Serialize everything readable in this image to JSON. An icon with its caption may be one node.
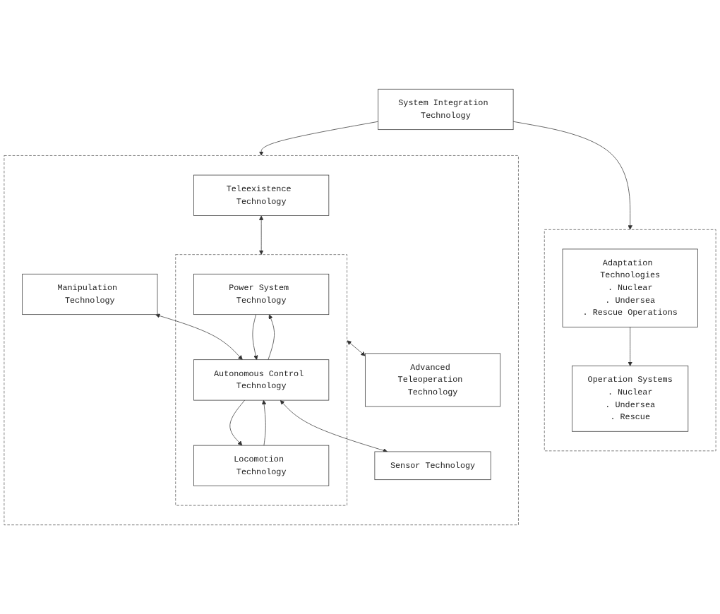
{
  "diagram": {
    "nodes": [
      {
        "text": [],
        "shape": "box"
      },
      {
        "text": [],
        "shape": "box",
        "in": 0
      },
      {
        "text": [
          "Power System Technology"
        ],
        "in": 1
      },
      {
        "text": [
          "Sensor Technology"
        ],
        "in": 0
      },
      {
        "text": [
          "Autonomous Control Technology"
        ],
        "in": 1
      },
      {
        "text": [
          "Teleexistence Technology"
        ],
        "in": 0
      },
      {
        "text": [
          "Manipulation Technology"
        ],
        "in": 0
      },
      {
        "text": [
          "Advanced Teleoperation Technology"
        ],
        "in": 0
      },
      {
        "text": [
          "Locomotion Technology"
        ],
        "in": 1
      },
      {
        "text": [
          "System Integration Technology"
        ]
      },
      {
        "text": [],
        "shape": "box"
      },
      {
        "text": [
          "Adaptation Technologies",
          ". Nuclear",
          ". Undersea",
          ". Rescue Operations"
        ],
        "in": 10
      },
      {
        "text": [
          "Operation Systems",
          ". Nuclear",
          ". Undersea",
          ". Rescue"
        ],
        "in": 10
      }
    ],
    "edges": [
      {
        "from": 6,
        "to": 4,
        "arrow": "both"
      },
      {
        "from": 4,
        "to": 3,
        "arrow": "both"
      },
      {
        "from": 2,
        "to": 4,
        "arrow": "to"
      },
      {
        "from": 4,
        "to": 2,
        "arrow": "to"
      },
      {
        "from": 4,
        "to": 8,
        "arrow": "to"
      },
      {
        "from": 8,
        "to": 4,
        "arrow": "to"
      },
      {
        "from": 5,
        "to": 1,
        "arrow": "both"
      },
      {
        "from": 1,
        "to": 7,
        "arrow": "both"
      },
      {
        "from": 9,
        "to": 0,
        "arrow": "to"
      },
      {
        "from": 9,
        "to": 10,
        "arrow": "to"
      },
      {
        "from": 11,
        "to": 12,
        "arrow": "to"
      }
    ]
  }
}
